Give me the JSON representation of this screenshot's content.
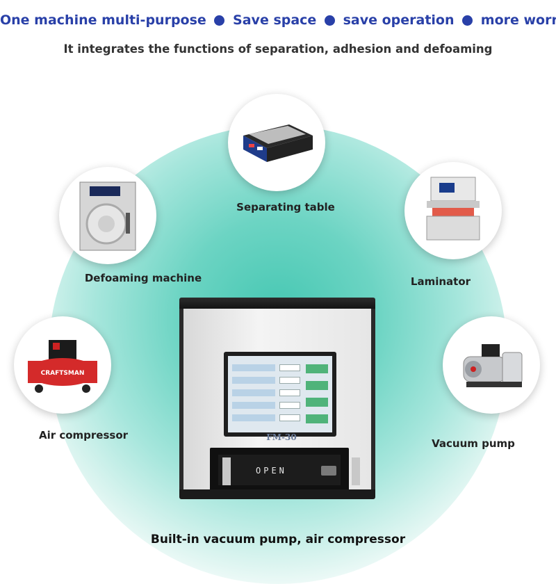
{
  "header": {
    "headline_parts": [
      "One machine multi-purpose",
      "Save space",
      "save operation",
      "more worry"
    ],
    "subline": "It integrates the functions of separation, adhesion and defoaming"
  },
  "devices": {
    "separating_table": "Separating table",
    "defoaming_machine": "Defoaming machine",
    "laminator": "Laminator",
    "air_compressor": "Air compressor",
    "vacuum_pump": "Vacuum pump"
  },
  "machine": {
    "model": "FM-30",
    "drawer_label": "OPEN"
  },
  "footer": {
    "caption": "Built-in vacuum pump, air compressor"
  },
  "colors": {
    "headline": "#2940a8",
    "arc_teal": "#45c7b2",
    "compressor_red": "#d42a2a"
  }
}
